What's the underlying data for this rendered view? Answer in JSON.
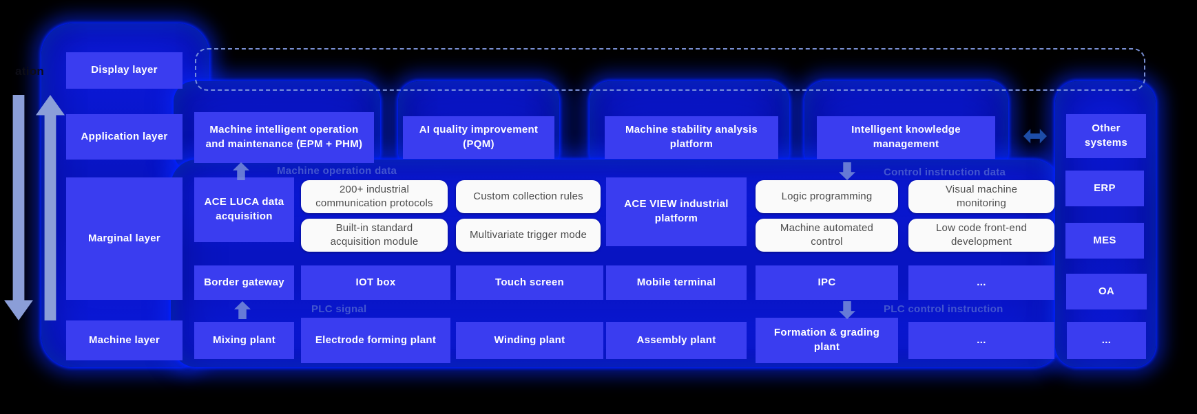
{
  "diagram": {
    "truncated_label": "ation",
    "layers": [
      "Display layer",
      "Application layer",
      "Marginal layer",
      "Machine layer"
    ],
    "applications": [
      "Machine intelligent operation and maintenance (EPM + PHM)",
      "AI quality improvement (PQM)",
      "Machine stability analysis platform",
      "Intelligent knowledge management"
    ],
    "flow_labels": {
      "machine_operation_data": "Machine operation data",
      "control_instruction_data": "Control instruction data",
      "plc_signal": "PLC signal",
      "plc_control_instruction": "PLC control instruction"
    },
    "marginal": {
      "ace_luca": "ACE LUCA data acquisition",
      "acquisition": [
        "200+ industrial communication protocols",
        "Built-in standard acquisition module"
      ],
      "collection": [
        "Custom collection rules",
        "Multivariate trigger mode"
      ],
      "ace_view": "ACE VIEW industrial platform",
      "control": [
        "Logic programming",
        "Machine automated control"
      ],
      "frontend": [
        "Visual machine monitoring",
        "Low code front-end development"
      ]
    },
    "devices": [
      "Border gateway",
      "IOT box",
      "Touch screen",
      "Mobile terminal",
      "IPC",
      "..."
    ],
    "machines": [
      "Mixing plant",
      "Electrode forming plant",
      "Winding plant",
      "Assembly plant",
      "Formation & grading plant",
      "...",
      "..."
    ],
    "external": [
      "Other systems",
      "ERP",
      "MES",
      "OA",
      "..."
    ]
  },
  "colors": {
    "background": "#000000",
    "container_blue": "#0916cc",
    "glow_blue": "#0120ff",
    "box_indigo": "#3a3df0",
    "white_box": "#fafafa",
    "white_box_text": "#4c4c4c",
    "flow_label_indigo": "#4356cf",
    "light_arrow": "#8b9ed8",
    "dark_arrow": "#1d4da8",
    "dashed_line": "#8097de"
  }
}
